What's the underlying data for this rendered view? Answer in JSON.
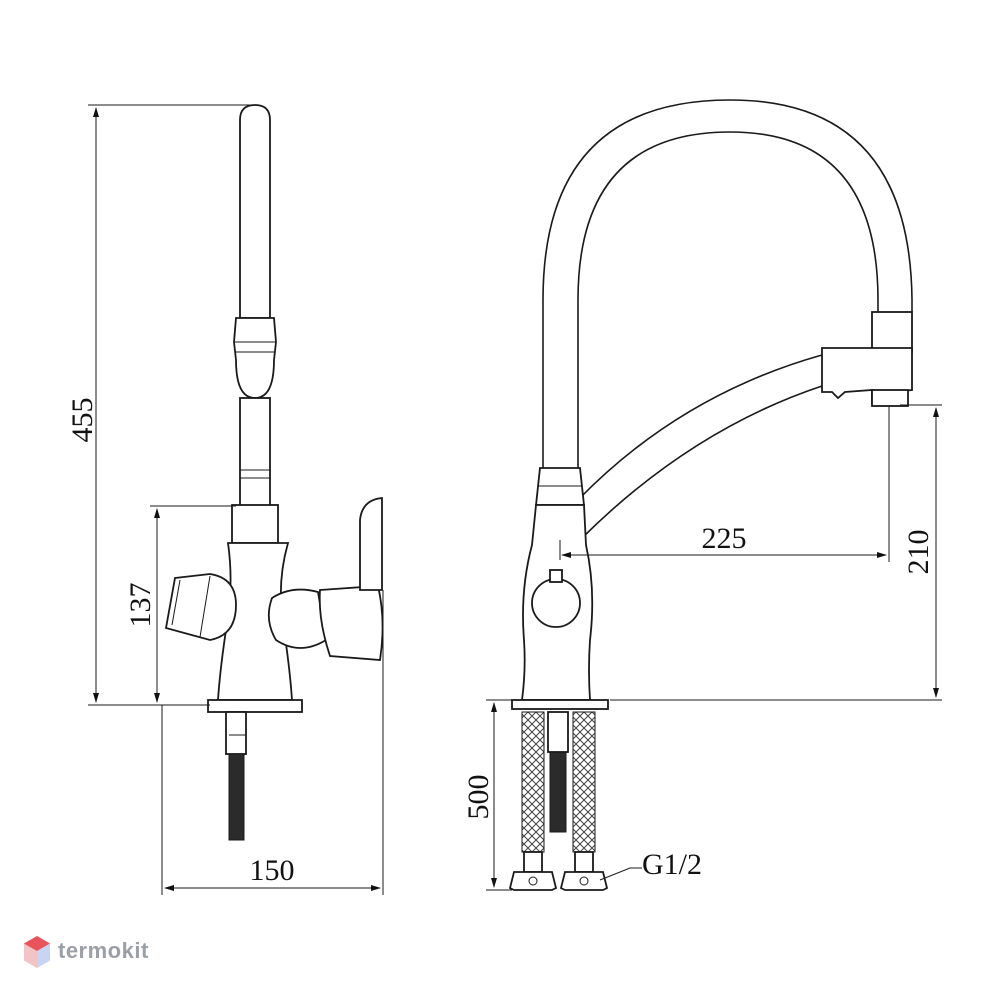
{
  "dimensions": {
    "height_total": "455",
    "handle_height": "137",
    "base_width": "150",
    "spout_reach": "225",
    "outlet_height": "210",
    "hose_length": "500",
    "thread": "G1/2"
  },
  "watermark": {
    "brand": "termokit"
  },
  "colors": {
    "line": "#1a1a1a",
    "watermark_text": "#9aa0a6",
    "watermark_mark": "#e8545a"
  }
}
